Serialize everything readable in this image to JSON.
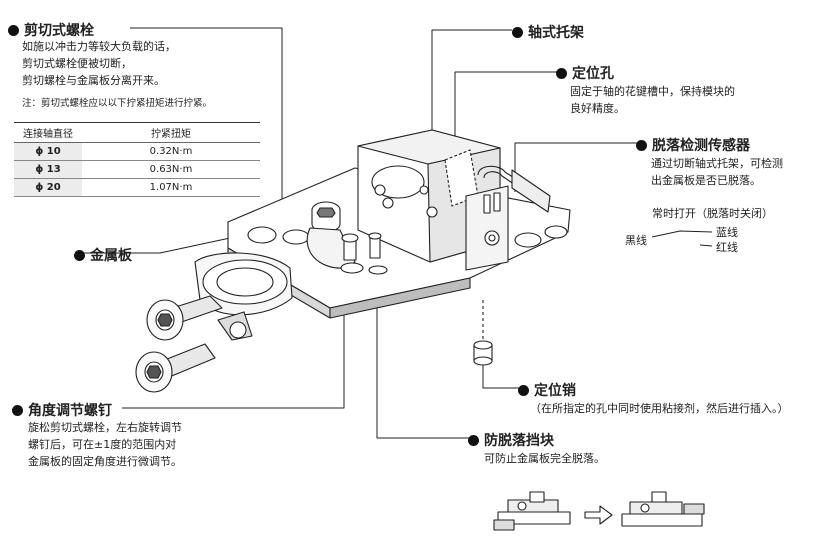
{
  "shear_bolt": {
    "title": "剪切式螺栓",
    "desc": [
      "如施以冲击力等较大负载的话，",
      "剪切式螺栓便被切断，",
      "剪切螺栓与金属板分离开来。"
    ],
    "note": "注：剪切式螺栓应以以下拧紧扭矩进行拧紧。",
    "table": {
      "headers": [
        "连接轴直径",
        "拧紧扭矩"
      ],
      "rows": [
        [
          "ϕ 10",
          "0.32N·m"
        ],
        [
          "ϕ 13",
          "0.63N·m"
        ],
        [
          "ϕ 20",
          "1.07N·m"
        ]
      ]
    }
  },
  "shaft_bracket": {
    "title": "轴式托架"
  },
  "locating_hole": {
    "title": "定位孔",
    "desc": [
      "固定于轴的花键槽中，保持模块的",
      "良好精度。"
    ]
  },
  "sensor": {
    "title": "脱落检测传感器",
    "desc": [
      "通过切断轴式托架，可检测",
      "出金属板是否已脱落。"
    ],
    "wiring_title": "常时打开（脱落时关闭）",
    "wire_black": "黑线",
    "wire_blue": "蓝线",
    "wire_brown": "红线"
  },
  "metal_plate": {
    "title": "金属板"
  },
  "locating_pin": {
    "title": "定位销",
    "desc": "（在所指定的孔中同时使用粘接剂，然后进行插入。）"
  },
  "angle_screw": {
    "title": "角度调节螺钉",
    "desc": [
      "旋松剪切式螺栓，左右旋转调节",
      "螺钉后，可在±1度的范围内对",
      "金属板的固定角度进行微调节。"
    ]
  },
  "anti_drop": {
    "title": "防脱落挡块",
    "desc": "可防止金属板完全脱落。"
  },
  "colors": {
    "line": "#222222",
    "fill": "#ffffff",
    "shade": "#d9d9d9",
    "dark": "#9a9a9a"
  }
}
